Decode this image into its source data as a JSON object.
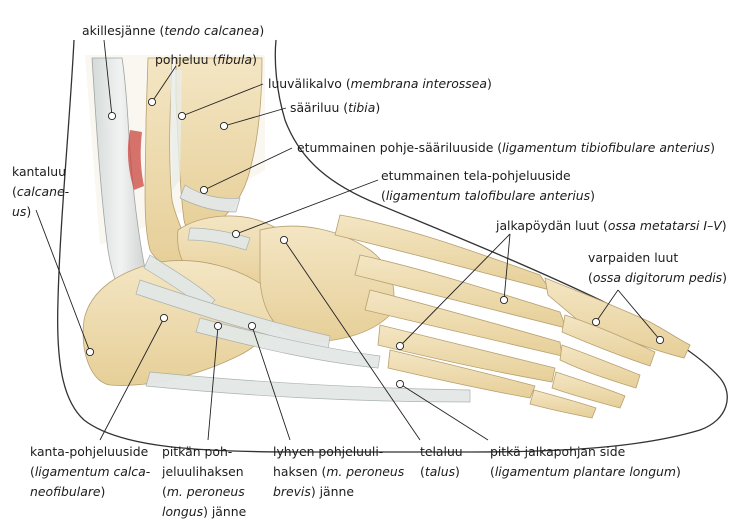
{
  "labels": {
    "akillesjanne": {
      "name": "akillesjänne",
      "latin": "tendo calcanea"
    },
    "pohjeluu": {
      "name": "pohjeluu",
      "latin": "fibula"
    },
    "luuvalikalvo": {
      "name": "luuvälikalvo",
      "latin": "membrana interossea"
    },
    "saariluu": {
      "name": "sääriluu",
      "latin": "tibia"
    },
    "tibiofibulare": {
      "name": "etummainen pohje-sääriluuside",
      "latin": "ligamentum tibiofibulare anterius"
    },
    "talofibulare": {
      "name": "etummainen tela-pohjeluuside",
      "latin": "ligamentum talofibulare anterius"
    },
    "kantaluu": {
      "line1": "kantaluu",
      "line2": "calcane-",
      "line3": "us"
    },
    "metatarsi": {
      "name": "jalkapöydän luut",
      "latin": "ossa metatarsi I–V"
    },
    "digitorum": {
      "name": "varpaiden luut",
      "latin": "ossa digitorum pedis"
    },
    "calcaneofibulare": {
      "line1": "kanta-pohjeluuside",
      "line2": "ligamentum calca-",
      "line3": "neofibulare"
    },
    "peroneus_longus": {
      "line1": "pitkän poh-",
      "line2": "jeluulihaksen",
      "line3": "m. peroneus",
      "line4": "longus",
      "line4_rest": "jänne"
    },
    "peroneus_brevis": {
      "line1": "lyhyen pohjeluuli-",
      "line2a": "haksen",
      "line2b": "m. peroneus",
      "line3a": "brevis",
      "line3b": "jänne"
    },
    "talus": {
      "line1": "telaluu",
      "line2": "talus"
    },
    "plantare": {
      "line1": "pitkä jalkapohjan side",
      "line2": "ligamentum plantare longum"
    }
  }
}
